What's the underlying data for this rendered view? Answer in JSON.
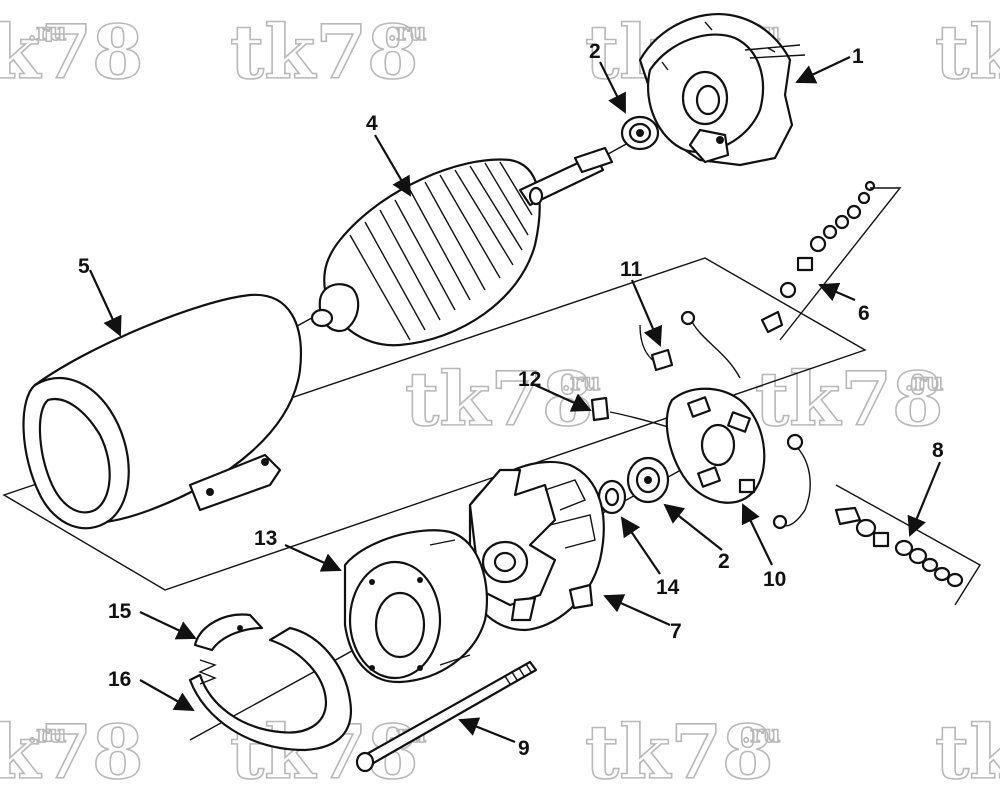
{
  "watermark": {
    "text": "tk78",
    "suffix": ".ru"
  },
  "callouts": [
    {
      "id": "1",
      "label": "1"
    },
    {
      "id": "2a",
      "label": "2"
    },
    {
      "id": "2b",
      "label": "2"
    },
    {
      "id": "4",
      "label": "4"
    },
    {
      "id": "5",
      "label": "5"
    },
    {
      "id": "6",
      "label": "6"
    },
    {
      "id": "7",
      "label": "7"
    },
    {
      "id": "8",
      "label": "8"
    },
    {
      "id": "9",
      "label": "9"
    },
    {
      "id": "10",
      "label": "10"
    },
    {
      "id": "11",
      "label": "11"
    },
    {
      "id": "12",
      "label": "12"
    },
    {
      "id": "13",
      "label": "13"
    },
    {
      "id": "14",
      "label": "14"
    },
    {
      "id": "15",
      "label": "15"
    },
    {
      "id": "16",
      "label": "16"
    }
  ]
}
